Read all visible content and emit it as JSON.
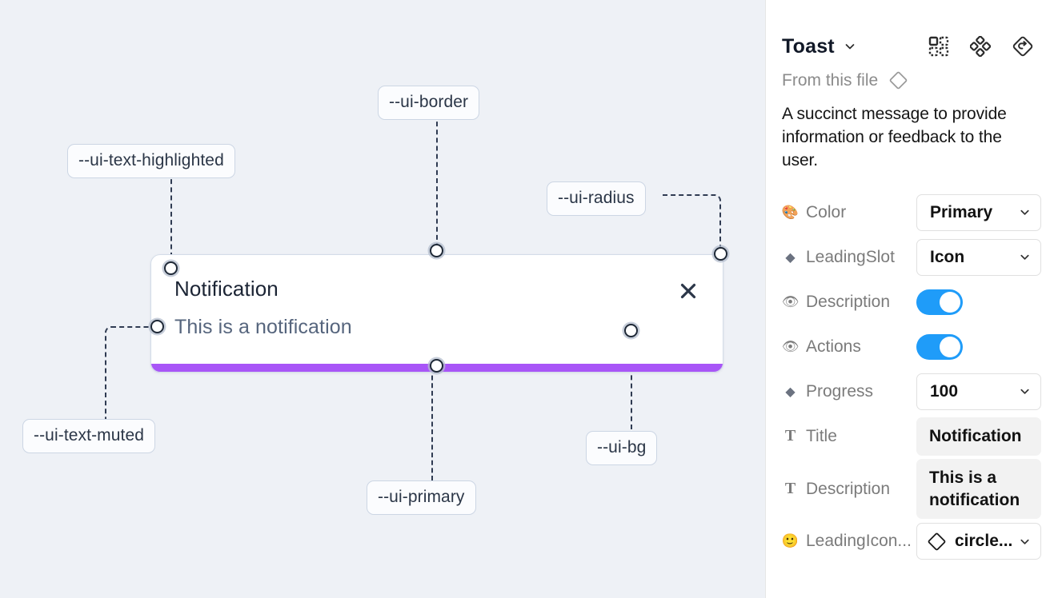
{
  "panel": {
    "title": "Toast",
    "title_caret_icon": "chevron-down-icon",
    "header_icons": [
      {
        "name": "component-set-icon",
        "label": "Component set"
      },
      {
        "name": "variants-icon",
        "label": "Variants"
      },
      {
        "name": "reset-instance-icon",
        "label": "Reset instance"
      }
    ],
    "from_file_label": "From this file",
    "from_file_icon": "diamond-component-icon",
    "description": "A succinct message to provide information or feedback to the user.",
    "properties": [
      {
        "icon": "palette-emoji",
        "icon_glyph": "🎨",
        "label": "Color",
        "control": "select",
        "value": "Primary"
      },
      {
        "icon": "diamond-icon",
        "icon_glyph": "◆",
        "label": "LeadingSlot",
        "control": "select",
        "value": "Icon"
      },
      {
        "icon": "eye-emoji",
        "icon_glyph": "👁",
        "label": "Description",
        "control": "toggle",
        "value": "on"
      },
      {
        "icon": "eye-emoji",
        "icon_glyph": "👁",
        "label": "Actions",
        "control": "toggle",
        "value": "on"
      },
      {
        "icon": "diamond-icon",
        "icon_glyph": "◆",
        "label": "Progress",
        "control": "select",
        "value": "100"
      },
      {
        "icon": "text-icon",
        "icon_glyph": "T",
        "label": "Title",
        "control": "text",
        "value": "Notification"
      },
      {
        "icon": "text-icon",
        "icon_glyph": "T",
        "label": "Description",
        "control": "text",
        "value": "This is a notification"
      },
      {
        "icon": "smiley-emoji",
        "icon_glyph": "🙂",
        "label": "LeadingIcon...",
        "control": "select-icon",
        "value": "circle...",
        "value_glyph": "diamond-component-icon"
      }
    ]
  },
  "canvas": {
    "background_color": "#eef1f6",
    "toast": {
      "title": "Notification",
      "description": "This is a notification",
      "close_icon": "close-icon",
      "progress_color": "#a855f7",
      "background_color": "#ffffff"
    },
    "annotations": [
      {
        "id": "ui-text-highlighted",
        "label": "--ui-text-highlighted"
      },
      {
        "id": "ui-border",
        "label": "--ui-border"
      },
      {
        "id": "ui-radius",
        "label": "--ui-radius"
      },
      {
        "id": "ui-text-muted",
        "label": "--ui-text-muted"
      },
      {
        "id": "ui-primary",
        "label": "--ui-primary"
      },
      {
        "id": "ui-bg",
        "label": "--ui-bg"
      }
    ]
  }
}
